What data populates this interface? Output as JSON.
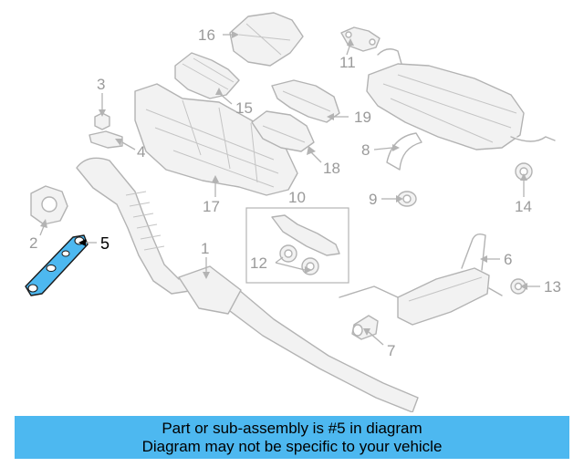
{
  "diagram": {
    "callouts": [
      "1",
      "2",
      "3",
      "4",
      "5",
      "6",
      "7",
      "8",
      "9",
      "10",
      "11",
      "12",
      "13",
      "14",
      "15",
      "16",
      "17",
      "18",
      "19"
    ],
    "highlighted_callout": "5",
    "colors": {
      "banner": "#4db8f0",
      "highlight_part": "#4db8f0",
      "line_art": "#b3b3b3",
      "callout_text": "#9a9a9a"
    }
  },
  "banner": {
    "line1": "Part or sub-assembly is #5 in diagram",
    "line2": "Diagram may not be specific to your vehicle"
  }
}
